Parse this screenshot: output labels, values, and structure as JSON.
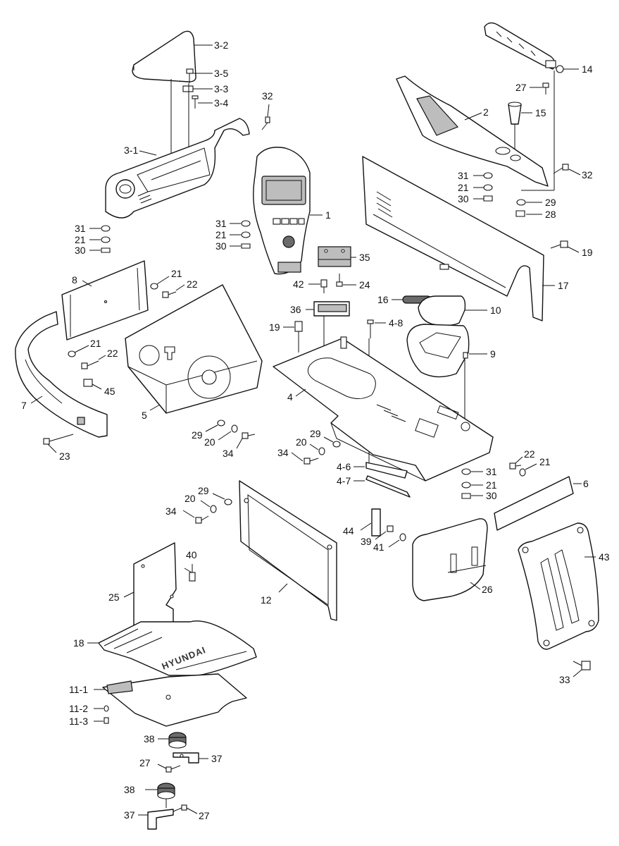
{
  "brand_logo": "HYUNDAI",
  "parts": {
    "p3_2": "3-2",
    "p3_5": "3-5",
    "p3_3": "3-3",
    "p3_4": "3-4",
    "p3_1": "3-1",
    "p32a": "32",
    "p31a": "31",
    "p21a": "21",
    "p30a": "30",
    "p1": "1",
    "p31b": "31",
    "p21b": "21",
    "p30b": "30",
    "p14": "14",
    "p27a": "27",
    "p15": "15",
    "p2": "2",
    "p32b": "32",
    "p31c": "31",
    "p21c": "21",
    "p30c": "30",
    "p29a": "29",
    "p28": "28",
    "p19a": "19",
    "p17": "17",
    "p35": "35",
    "p42": "42",
    "p24": "24",
    "p36": "36",
    "p19b": "19",
    "p4_8": "4-8",
    "p16": "16",
    "p10": "10",
    "p9": "9",
    "p8": "8",
    "p21d": "21",
    "p22a": "22",
    "p21e": "21",
    "p22b": "22",
    "p45": "45",
    "p7": "7",
    "p5": "5",
    "p23": "23",
    "p29b": "29",
    "p20a": "20",
    "p34a": "34",
    "p4": "4",
    "p29c": "29",
    "p20b": "20",
    "p34b": "34",
    "p4_6": "4-6",
    "p4_7": "4-7",
    "p31d": "31",
    "p21f": "21",
    "p30d": "30",
    "p22c": "22",
    "p21g": "21",
    "p6": "6",
    "p29d": "29",
    "p20c": "20",
    "p34c": "34",
    "p44": "44",
    "p39": "39",
    "p41": "41",
    "p43": "43",
    "p40": "40",
    "p25": "25",
    "p12": "12",
    "p26": "26",
    "p18": "18",
    "p33": "33",
    "p11_1": "11-1",
    "p11_2": "11-2",
    "p11_3": "11-3",
    "p38a": "38",
    "p37a": "37",
    "p27b": "27",
    "p38b": "38",
    "p37b": "37",
    "p27c": "27"
  }
}
